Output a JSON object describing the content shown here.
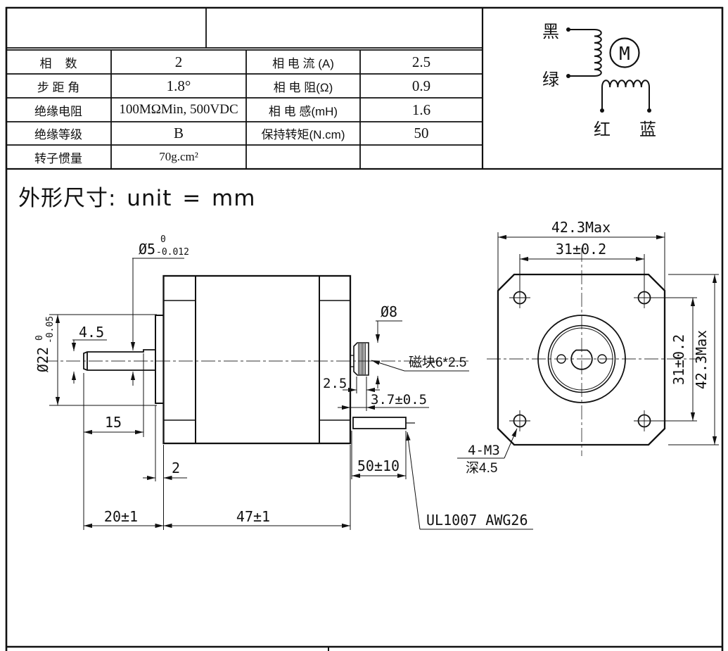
{
  "title": "外形尺寸: unit = mm",
  "spec_table": {
    "rows": [
      {
        "c0": "相    数",
        "c1": "2",
        "c2": "相 电 流 (A)",
        "c3": "2.5"
      },
      {
        "c0": "步 距 角",
        "c1": "1.8°",
        "c2": "相 电 阻(Ω)",
        "c3": "0.9"
      },
      {
        "c0": "绝缘电阻",
        "c1": "100MΩMin, 500VDC",
        "c2": "相 电 感(mH)",
        "c3": "1.6"
      },
      {
        "c0": "绝缘等级",
        "c1": "B",
        "c2": "保持转矩(N.cm)",
        "c3": "50"
      },
      {
        "c0": "转子惯量",
        "c1": "70g.cm²",
        "c2": "",
        "c3": ""
      }
    ]
  },
  "wiring": {
    "lead_black": "黑",
    "lead_green": "绿",
    "lead_red": "红",
    "lead_blue": "蓝",
    "motor_symbol": "M"
  },
  "side_view": {
    "shaft_dia": {
      "nominal": "Ø5",
      "tol_upper": "0",
      "tol_lower": "-0.012"
    },
    "boss_dia": {
      "nominal": "Ø22",
      "tol_upper": "0",
      "tol_lower": "-0.05"
    },
    "shaft_flat_height": "4.5",
    "shaft_flat_length": "15",
    "boss_depth": "2",
    "shaft_length": "20±1",
    "body_length": "47±1",
    "rear_shaft_dia": "Ø8",
    "magnet_label": "磁块6*2.5",
    "magnet_thickness": "2.5",
    "rear_protrusion": "3.7±0.5",
    "cable_length": "50±10",
    "cable_spec": "UL1007 AWG26"
  },
  "front_view": {
    "width_max": "42.3Max",
    "hole_pitch_h": "31±0.2",
    "hole_pitch_v": "31±0.2",
    "height_max": "42.3Max",
    "mounting_holes": "4-M3",
    "hole_depth": "深4.5"
  }
}
